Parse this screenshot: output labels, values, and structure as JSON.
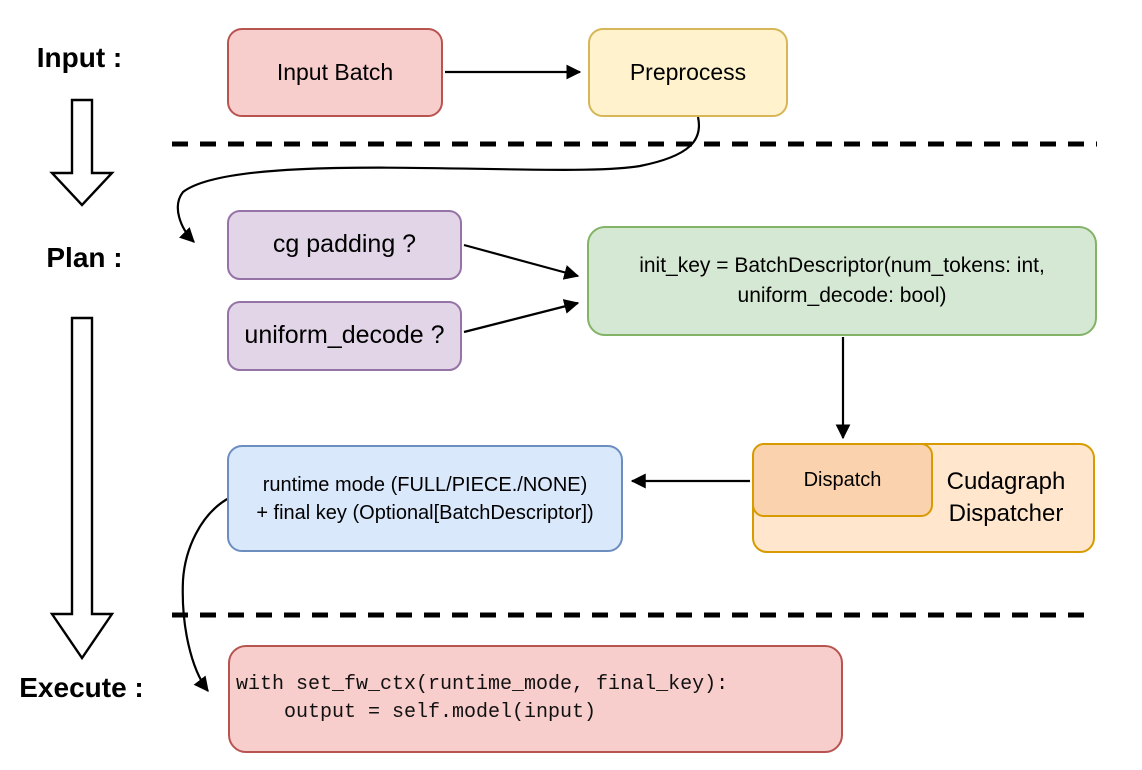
{
  "stages": {
    "input": "Input :",
    "plan": "Plan :",
    "execute": "Execute :"
  },
  "nodes": {
    "input_batch": {
      "label": "Input Batch"
    },
    "preprocess": {
      "label": "Preprocess"
    },
    "cg_padding": {
      "label": "cg padding ?"
    },
    "uniform_decode": {
      "label": "uniform_decode ?"
    },
    "init_key": {
      "line1": "init_key = BatchDescriptor(num_tokens: int,",
      "line2": "uniform_decode: bool)"
    },
    "dispatch": {
      "label": "Dispatch"
    },
    "cudagraph_dispatcher": {
      "line1": "Cudagraph",
      "line2": "Dispatcher"
    },
    "runtime_mode": {
      "line1": "runtime mode (FULL/PIECE./NONE)",
      "line2": "+ final key (Optional[BatchDescriptor])"
    },
    "execute_code": {
      "line1": "with set_fw_ctx(runtime_mode, final_key):",
      "line2": "    output = self.model(input)"
    }
  },
  "palette": {
    "red_fill": "#f8cecc",
    "red_stroke": "#b85450",
    "yellow_fill": "#fff2cc",
    "yellow_stroke": "#d6b656",
    "purple_fill": "#e1d5e7",
    "purple_stroke": "#9673a6",
    "green_fill": "#d5e8d4",
    "green_stroke": "#82b366",
    "orange_fill": "#ffe6cc",
    "orange_inner_fill": "#fad2ae",
    "orange_stroke": "#d79b00",
    "blue_fill": "#dae8fc",
    "blue_stroke": "#6c8ebf",
    "connector": "#000000",
    "background": "#ffffff"
  }
}
